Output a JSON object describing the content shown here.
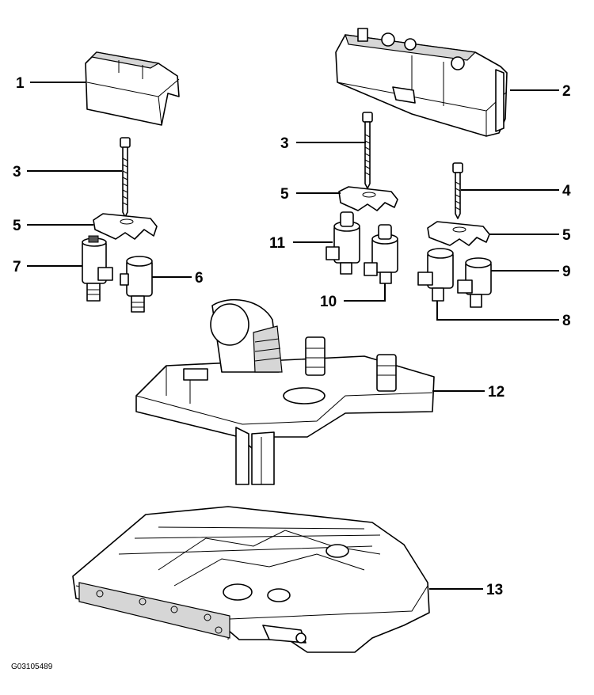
{
  "callouts": {
    "c1": "1",
    "c2": "2",
    "c3a": "3",
    "c3b": "3",
    "c4": "4",
    "c5a": "5",
    "c5b": "5",
    "c5c": "5",
    "c6": "6",
    "c7": "7",
    "c8": "8",
    "c9": "9",
    "c10": "10",
    "c11": "11",
    "c12": "12",
    "c13": "13"
  },
  "figure_code": "G03105489"
}
